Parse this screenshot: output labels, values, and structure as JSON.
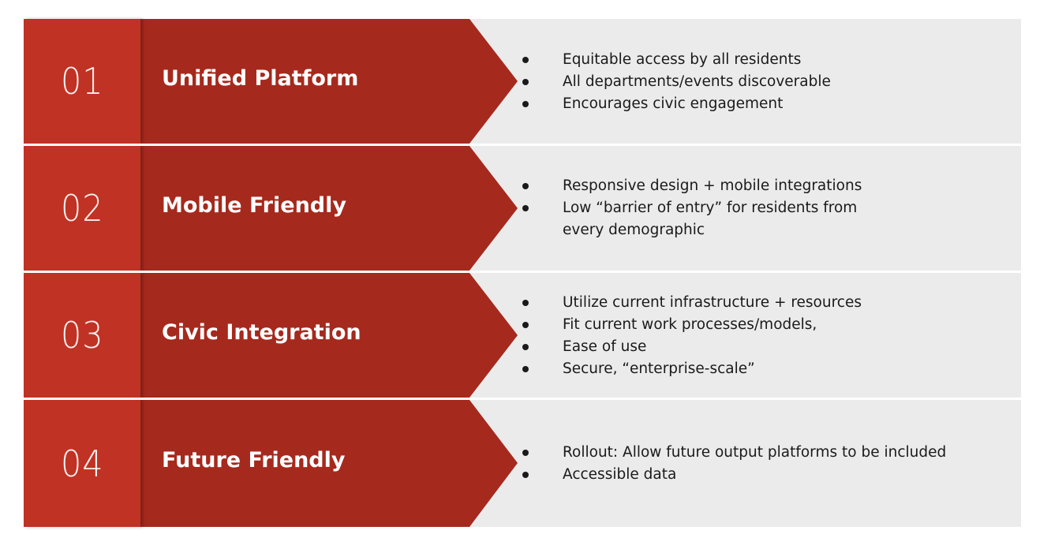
{
  "rows": [
    {
      "number": "01",
      "title": "Unified Platform",
      "bullets": [
        "Equitable access by all residents",
        "All departments/events discoverable",
        "Encourages civic engagement"
      ]
    },
    {
      "number": "02",
      "title": "Mobile Friendly",
      "bullets": [
        "Responsive design + mobile integrations",
        "Low “barrier of entry” for residents from every demographic"
      ]
    },
    {
      "number": "03",
      "title": "Civic Integration",
      "bullets": [
        "Utilize current infrastructure + resources",
        "Fit current work processes/models,",
        "Ease of use",
        "Secure, “enterprise-scale”"
      ]
    },
    {
      "number": "04",
      "title": "Future Friendly",
      "bullets": [
        "Rollout: Allow future output platforms to be included",
        "Accessible data"
      ]
    }
  ],
  "colors": {
    "number_block": "#c03224",
    "chevron": "#a6291d",
    "panel": "#ebebeb",
    "text": "#1a1a1a"
  }
}
